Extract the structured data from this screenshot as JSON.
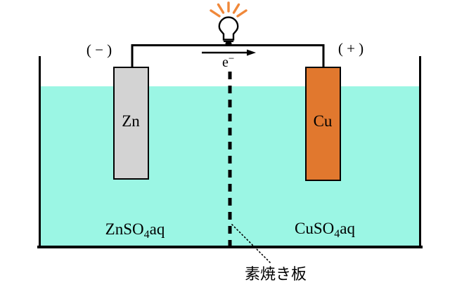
{
  "terminals": {
    "negative": "( − )",
    "positive": "( + )"
  },
  "electron_flow": {
    "symbol": "e",
    "superscript": "−"
  },
  "electrodes": {
    "left": "Zn",
    "right": "Cu"
  },
  "solutions": {
    "left": {
      "main": "ZnSO",
      "sub": "4",
      "suffix": "aq"
    },
    "right": {
      "main": "CuSO",
      "sub": "4",
      "suffix": "aq"
    }
  },
  "separator_label": "素焼き板",
  "colors": {
    "solution": "#9BF6E4",
    "zinc": "#D3D3D3",
    "copper": "#E1782E",
    "rays": "#F0883A",
    "line": "#000000",
    "bulb_fill": "#FFFFFF"
  }
}
